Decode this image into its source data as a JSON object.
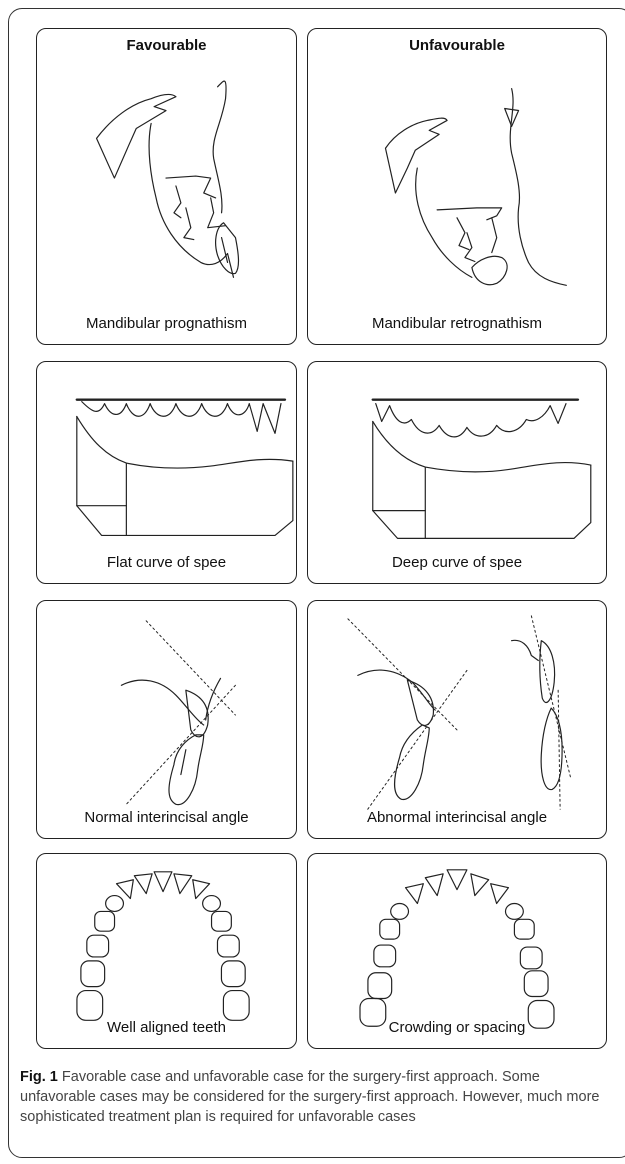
{
  "columns": {
    "favourable": "Favourable",
    "unfavourable": "Unfavourable"
  },
  "rows": [
    {
      "left": "Mandibular prognathism",
      "right": "Mandibular retrognathism"
    },
    {
      "left": "Flat curve of spee",
      "right": "Deep curve of spee"
    },
    {
      "left": "Normal interincisal angle",
      "right": "Abnormal interincisal angle"
    },
    {
      "left": "Well aligned teeth",
      "right": "Crowding or spacing"
    }
  ],
  "figure": {
    "label": "Fig. 1",
    "caption": "Favorable case and unfavorable case for the surgery-first approach. Some unfavorable cases may be considered for the surgery-first approach. However, much more sophisticated treatment plan is required for unfavorable cases"
  }
}
